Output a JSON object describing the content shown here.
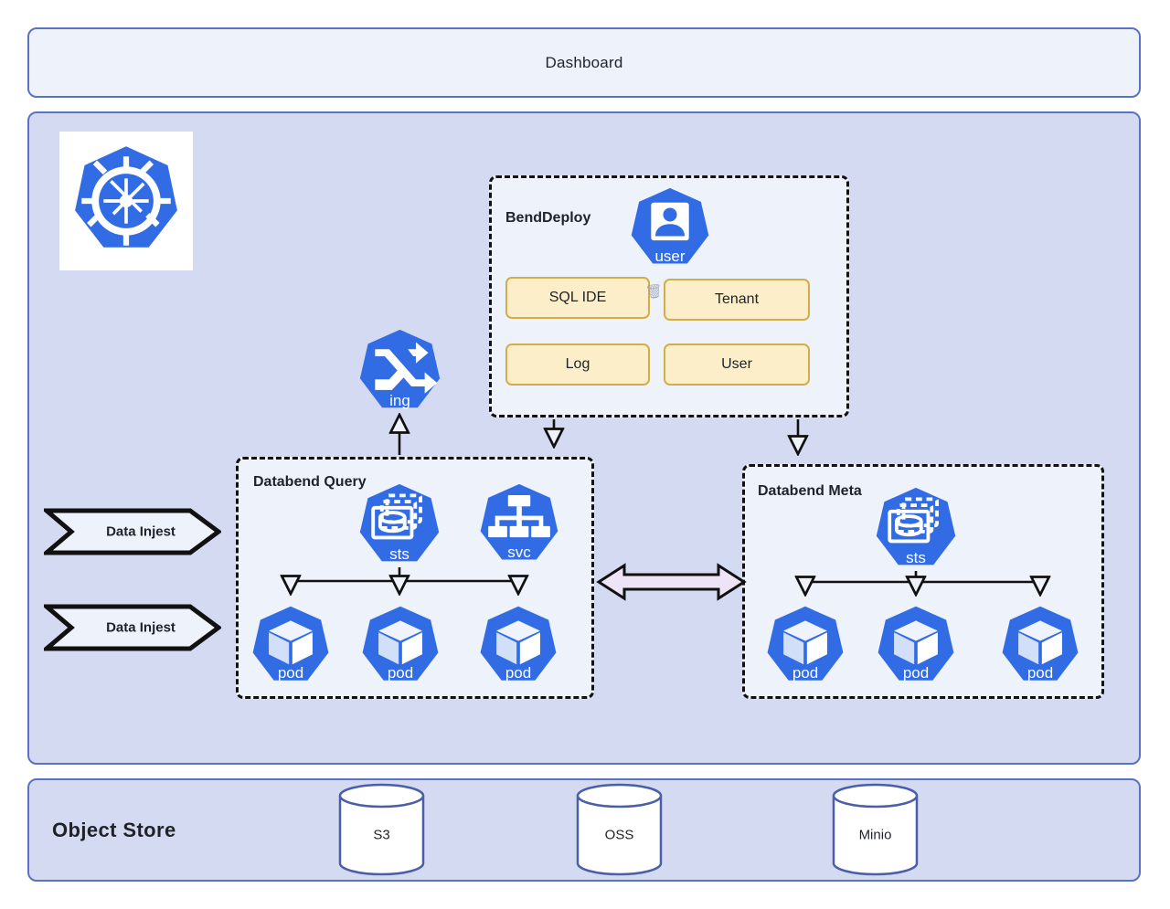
{
  "dashboard": {
    "label": "Dashboard"
  },
  "cluster": {
    "platform_icon": "kubernetes-logo"
  },
  "benddeploy": {
    "title": "BendDeploy",
    "user_icon_label": "user",
    "buttons": [
      {
        "label": "SQL IDE"
      },
      {
        "label": "Tenant"
      },
      {
        "label": "Log"
      },
      {
        "label": "User"
      }
    ]
  },
  "ingress": {
    "label": "ing"
  },
  "databend_query": {
    "title": "Databend Query",
    "resources": [
      {
        "label": "sts",
        "icon": "statefulset-icon"
      },
      {
        "label": "svc",
        "icon": "service-icon"
      }
    ],
    "pods": [
      {
        "label": "pod"
      },
      {
        "label": "pod"
      },
      {
        "label": "pod"
      }
    ]
  },
  "databend_meta": {
    "title": "Databend Meta",
    "resources": [
      {
        "label": "sts",
        "icon": "statefulset-icon"
      }
    ],
    "pods": [
      {
        "label": "pod"
      },
      {
        "label": "pod"
      },
      {
        "label": "pod"
      }
    ]
  },
  "ingest": [
    {
      "label": "Data Injest"
    },
    {
      "label": "Data Injest"
    }
  ],
  "object_store": {
    "title": "Object Store",
    "stores": [
      {
        "label": "S3"
      },
      {
        "label": "OSS"
      },
      {
        "label": "Minio"
      }
    ]
  },
  "colors": {
    "panel_fill": "#d4daf1",
    "panel_border": "#5a72c4",
    "subbox_fill": "#eef2fb",
    "dashed_border": "#111111",
    "k8s_blue": "#326ce5",
    "button_fill": "#fbeec8",
    "button_border": "#d3ad4b",
    "link_arrow": "#ede4f7",
    "text": "#1f2328"
  }
}
